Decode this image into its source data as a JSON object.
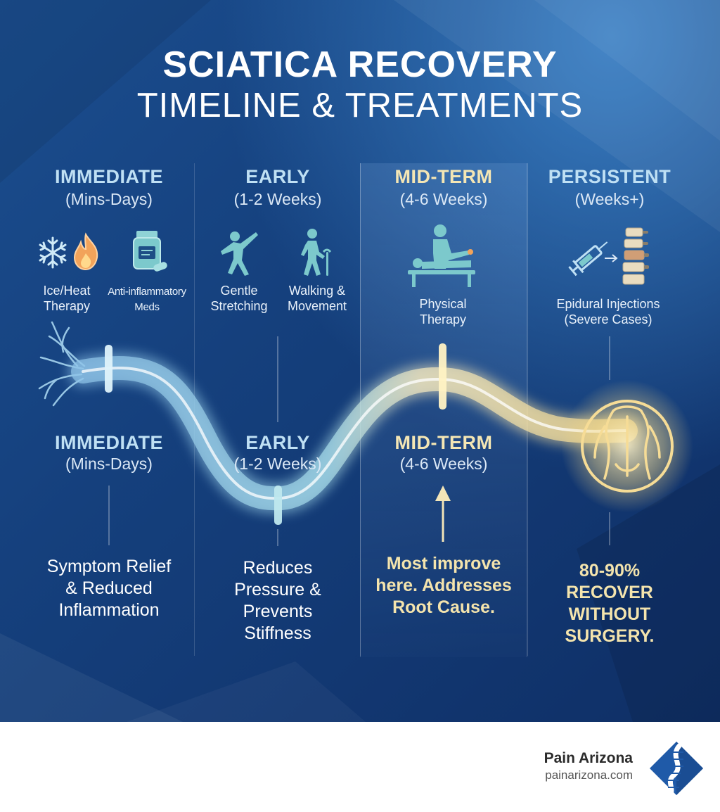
{
  "title": {
    "line1": "SCIATICA RECOVERY",
    "line2": "TIMELINE & TREATMENTS"
  },
  "phases": [
    {
      "name": "IMMEDIATE",
      "range": "(Mins-Days)"
    },
    {
      "name": "EARLY",
      "range": "(1-2 Weeks)"
    },
    {
      "name": "MID-TERM",
      "range": "(4-6 Weeks)"
    },
    {
      "name": "PERSISTENT",
      "range": "(Weeks+)"
    }
  ],
  "treatments": {
    "ice_heat": "Ice/Heat Therapy",
    "anti_inflammatory": "Anti-inflammatory Meds",
    "stretching": "Gentle Stretching",
    "walking": "Walking & Movement",
    "physical_therapy": "Physical Therapy",
    "epidural": "Epidural Injections (Severe Cases)"
  },
  "lower_phases": [
    {
      "name": "IMMEDIATE",
      "range": "(Mins-Days)"
    },
    {
      "name": "EARLY",
      "range": "(1-2 Weeks)"
    },
    {
      "name": "MID-TERM",
      "range": "(4-6 Weeks)"
    }
  ],
  "outcomes": {
    "immediate": "Symptom Relief & Reduced Inflammation",
    "early": "Reduces Pressure & Prevents Stiffness",
    "mid": "Most improve here. Addresses Root Cause.",
    "persistent": "80-90% RECOVER WITHOUT SURGERY."
  },
  "footer": {
    "brand": "Pain Arizona",
    "url": "painarizona.com"
  },
  "icons": [
    "snowflake-icon",
    "flame-icon",
    "pill-bottle-icon",
    "stretching-person-icon",
    "walking-person-icon",
    "physical-therapy-icon",
    "syringe-icon",
    "spine-icon",
    "nerve-roots-icon",
    "glowing-back-icon",
    "up-arrow-icon",
    "spine-logo-icon"
  ],
  "colors": {
    "background": "#15407d",
    "cool_accent": "#bfe0f4",
    "warm_accent": "#f4e4ad",
    "footer_bg": "#ffffff",
    "logo_blue": "#1f5aa8"
  }
}
